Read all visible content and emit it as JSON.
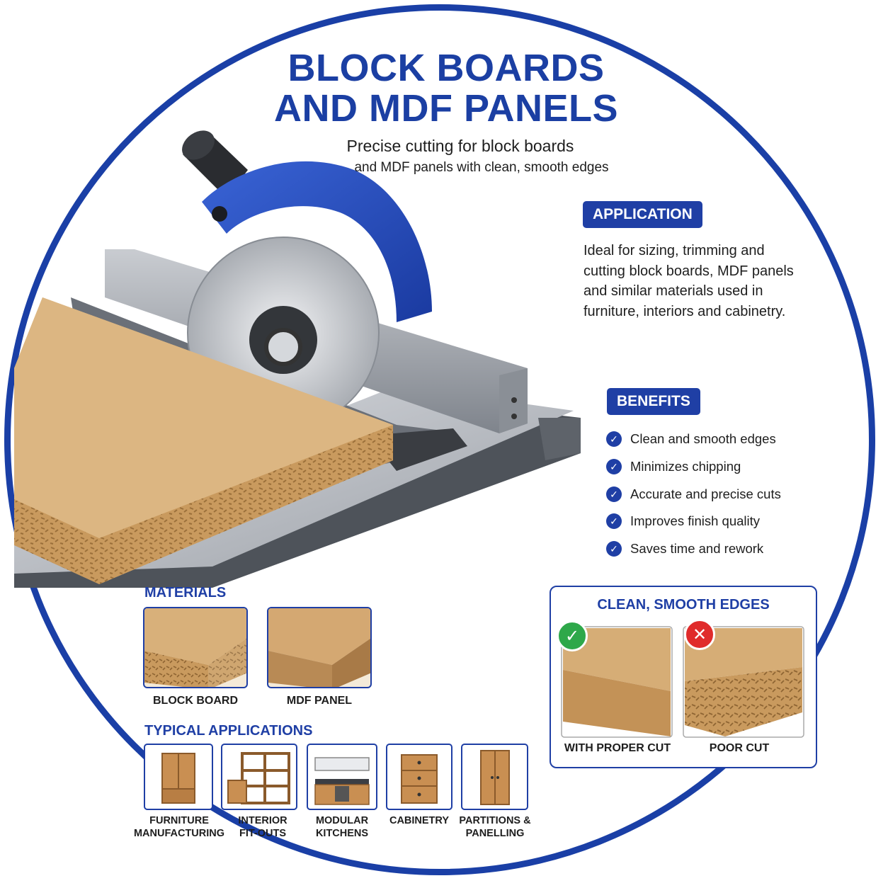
{
  "title_line1": "BLOCK BOARDS",
  "title_line2": "AND MDF PANELS",
  "subtitle_line1": "Precise cutting for block boards",
  "subtitle_line2": "and MDF panels with clean, smooth edges",
  "application": {
    "heading": "APPLICATION",
    "text": "Ideal for sizing, trimming and cutting block boards, MDF panels and similar materials used in furniture, interiors and cabinetry."
  },
  "benefits": {
    "heading": "BENEFITS",
    "items": [
      "Clean and smooth edges",
      "Minimizes chipping",
      "Accurate and precise cuts",
      "Improves finish quality",
      "Saves time and rework"
    ]
  },
  "materials": {
    "heading": "MATERIALS",
    "items": [
      "BLOCK BOARD",
      "MDF PANEL"
    ]
  },
  "typical_applications": {
    "heading": "TYPICAL APPLICATIONS",
    "items": [
      {
        "line1": "FURNITURE",
        "line2": "MANUFACTURING",
        "icon": "wardrobe-icon"
      },
      {
        "line1": "INTERIOR",
        "line2": "FIT-OUTS",
        "icon": "shelving-icon"
      },
      {
        "line1": "MODULAR",
        "line2": "KITCHENS",
        "icon": "kitchen-icon"
      },
      {
        "line1": "CABINETRY",
        "line2": "",
        "icon": "drawer-cabinet-icon"
      },
      {
        "line1": "PARTITIONS &",
        "line2": "PANELLING",
        "icon": "tall-cabinet-icon"
      }
    ]
  },
  "edges": {
    "heading": "CLEAN, SMOOTH EDGES",
    "good_label": "WITH PROPER CUT",
    "bad_label": "POOR CUT"
  },
  "colors": {
    "brand_blue": "#1f3fa5",
    "wood": "#d9b27c",
    "good": "#2ea84a",
    "bad": "#e02b2b"
  }
}
